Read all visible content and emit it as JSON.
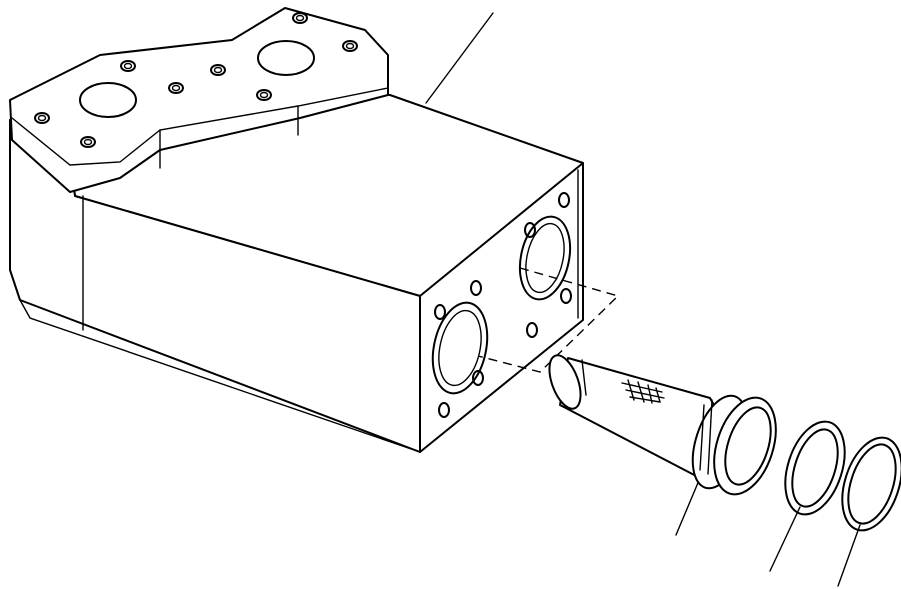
{
  "drawing": {
    "background": "#ffffff",
    "line_color": "#000000",
    "parts": [
      {
        "name": "valve-body"
      },
      {
        "name": "mounting-flange"
      },
      {
        "name": "strainer"
      },
      {
        "name": "o-ring"
      },
      {
        "name": "backup-ring"
      }
    ],
    "callout_leader_count": 4
  }
}
